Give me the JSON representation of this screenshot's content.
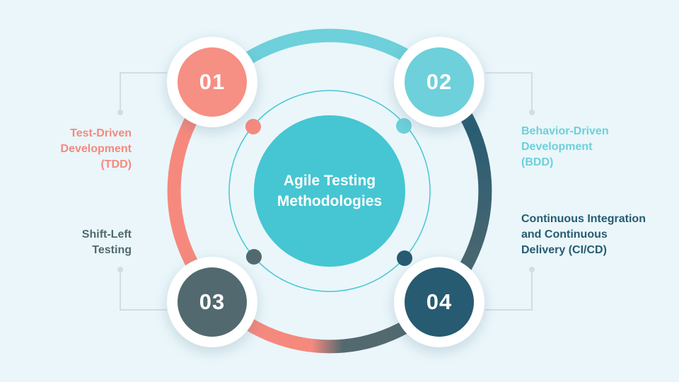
{
  "title": {
    "line1": "Agile Testing",
    "line2": "Methodologies"
  },
  "colors": {
    "background": "#eaf6fa",
    "center": "#45c6d2",
    "tdd": "#f6897e",
    "bdd": "#6dd0da",
    "shift_left": "#52696f",
    "cicd": "#265b72",
    "connector": "#d3dde1"
  },
  "nodes": [
    {
      "number": "01",
      "label_lines": [
        "Test-Driven",
        "Development",
        "(TDD)"
      ],
      "color": "#f68f84"
    },
    {
      "number": "02",
      "label_lines": [
        "Behavior-Driven",
        "Development",
        "(BDD)"
      ],
      "color": "#6dd0da"
    },
    {
      "number": "03",
      "label_lines": [
        "Shift-Left",
        "Testing"
      ],
      "color": "#52696f"
    },
    {
      "number": "04",
      "label_lines": [
        "Continuous Integration",
        "and Continuous",
        "Delivery (CI/CD)"
      ],
      "color": "#265b72"
    }
  ]
}
